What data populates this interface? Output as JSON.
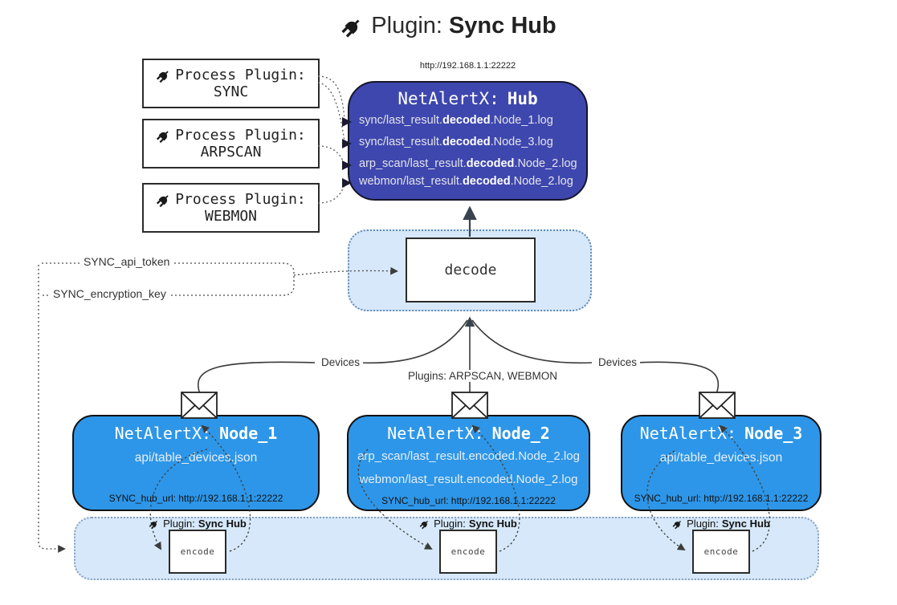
{
  "diagram_title": {
    "prefix": "Plugin:",
    "name": "Sync Hub"
  },
  "hub": {
    "url_label": "http://192.168.1.1:22222",
    "title_prefix": "NetAlertX:",
    "title_name": "Hub",
    "log_lines": [
      {
        "pre": "sync/last_result.",
        "bold": "decoded",
        "post": ".Node_1.log"
      },
      {
        "pre": "sync/last_result.",
        "bold": "decoded",
        "post": ".Node_3.log"
      },
      {
        "pre": "arp_scan/last_result.",
        "bold": "decoded",
        "post": ".Node_2.log"
      },
      {
        "pre": "webmon/last_result.",
        "bold": "decoded",
        "post": ".Node_2.log"
      }
    ]
  },
  "process_plugins": [
    {
      "label": "Process Plugin:",
      "name": "SYNC"
    },
    {
      "label": "Process Plugin:",
      "name": "ARPSCAN"
    },
    {
      "label": "Process Plugin:",
      "name": "WEBMON"
    }
  ],
  "decode_box": {
    "label": "decode"
  },
  "settings": {
    "api_token_label": "SYNC_api_token",
    "encryption_key_label": "SYNC_encryption_key"
  },
  "edge_labels": {
    "devices_left": "Devices",
    "plugins_center": "Plugins: ARPSCAN, WEBMON",
    "devices_right": "Devices"
  },
  "nodes": [
    {
      "title_prefix": "NetAlertX:",
      "title_name": "Node_1",
      "files": [
        "api/table_devices.json"
      ],
      "hub_url": "SYNC_hub_url: http://192.168.1.1:22222"
    },
    {
      "title_prefix": "NetAlertX:",
      "title_name": "Node_2",
      "files": [
        "arp_scan/last_result.encoded.Node_2.log",
        "webmon/last_result.encoded.Node_2.log"
      ],
      "hub_url": "SYNC_hub_url: http://192.168.1.1:22222"
    },
    {
      "title_prefix": "NetAlertX:",
      "title_name": "Node_3",
      "files": [
        "api/table_devices.json"
      ],
      "hub_url": "SYNC_hub_url: http://192.168.1.1:22222"
    }
  ],
  "encoder": {
    "plugin_prefix": "Plugin:",
    "plugin_name": "Sync Hub",
    "box_label": "encode"
  },
  "colors": {
    "hub_fill": "#3e47ae",
    "node_fill": "#2d96e8",
    "band_fill": "#d6e8f9",
    "band_border": "#5f8ab8",
    "solid_line": "#3a3a3a",
    "dotted_line": "#4a4a4a"
  }
}
